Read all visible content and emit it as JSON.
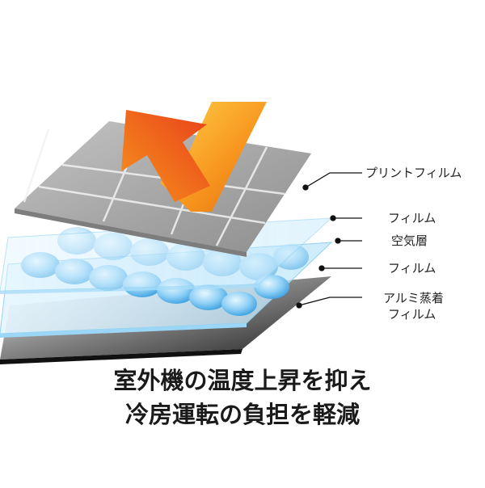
{
  "labels": {
    "print_film": "プリントフィルム",
    "film_top": "フィルム",
    "air_layer": "空気層",
    "film_bottom": "フィルム",
    "aluminum_line1": "アルミ蒸着",
    "aluminum_line2": "フィルム"
  },
  "caption": {
    "line1": "室外機の温度上昇を抑え",
    "line2": "冷房運転の負担を軽減"
  },
  "colors": {
    "print_film": "#9a9a9a",
    "film": "#bfe6fb",
    "air_bubble": "#5fb8ee",
    "aluminum": "#2d2d2d",
    "arrow_orange": "#f7941d",
    "arrow_red": "#e8401c",
    "text": "#222222"
  }
}
